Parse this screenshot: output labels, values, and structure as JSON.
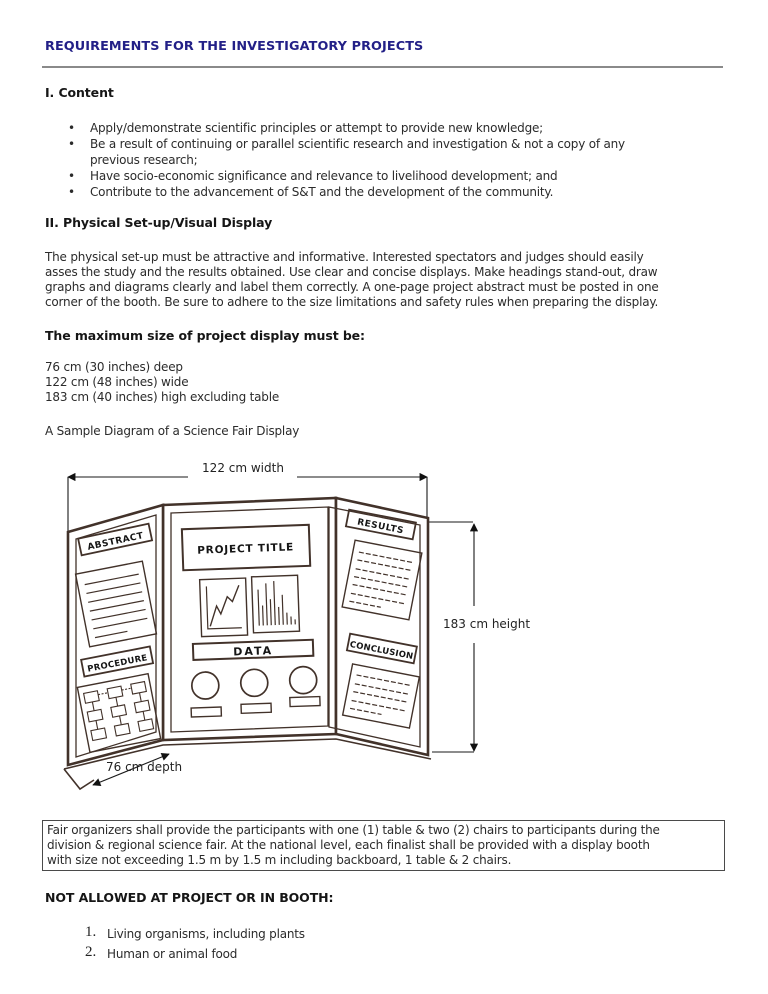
{
  "page": {
    "title": "REQUIREMENTS FOR THE INVESTIGATORY PROJECTS",
    "accent_color": "#232087"
  },
  "content_section": {
    "heading": "I. Content",
    "bullet_lines": [
      {
        "marker": "•",
        "text": "Apply/demonstrate scientific principles or attempt to provide new knowledge;"
      },
      {
        "marker": "•",
        "text": "Be a result of continuing or parallel scientific research and investigation & not a copy of any"
      },
      {
        "marker": "",
        "text": "previous research;"
      },
      {
        "marker": "•",
        "text": "Have socio-economic significance and relevance to livelihood development; and"
      },
      {
        "marker": "•",
        "text": "Contribute to the advancement of S&T and the development of the community."
      }
    ]
  },
  "display_section": {
    "heading": "II. Physical Set-up/Visual Display",
    "paragraph_lines": [
      "The physical set-up must be attractive and informative. Interested spectators and judges should easily",
      "asses the study and the results obtained. Use clear and concise displays. Make headings stand-out, draw",
      "graphs and diagrams clearly and label them correctly. A one-page project abstract must be posted in one",
      "corner of the booth. Be sure to adhere to the size limitations and safety rules when preparing the display."
    ],
    "max_size_heading": "The maximum size of project display must be:",
    "size_lines": [
      "76 cm (30 inches) deep",
      "122 cm (48 inches) wide",
      "183 cm (40 inches) high excluding table"
    ],
    "diagram_caption": "A Sample Diagram of a Science Fair Display"
  },
  "diagram": {
    "width_label": "122 cm width",
    "height_label": "183 cm height",
    "depth_label": "76 cm depth",
    "labels": {
      "abstract": "ABSTRACT",
      "procedure": "PROCEDURE",
      "project_title": "PROJECT TITLE",
      "data": "DATA",
      "results": "RESULTS",
      "conclusion": "CONCLUSION"
    }
  },
  "notice_box": {
    "lines": [
      "Fair organizers shall provide the participants with one (1) table & two (2) chairs to participants during the",
      "division & regional science fair. At the national level, each finalist shall be provided with a display booth",
      "with size not exceeding 1.5 m by 1.5 m including backboard, 1 table & 2 chairs."
    ]
  },
  "not_allowed_section": {
    "heading": "NOT ALLOWED AT PROJECT OR IN BOOTH:",
    "items": [
      {
        "marker": "1.",
        "text": "Living organisms, including plants"
      },
      {
        "marker": "2.",
        "text": "Human or animal food"
      }
    ]
  }
}
